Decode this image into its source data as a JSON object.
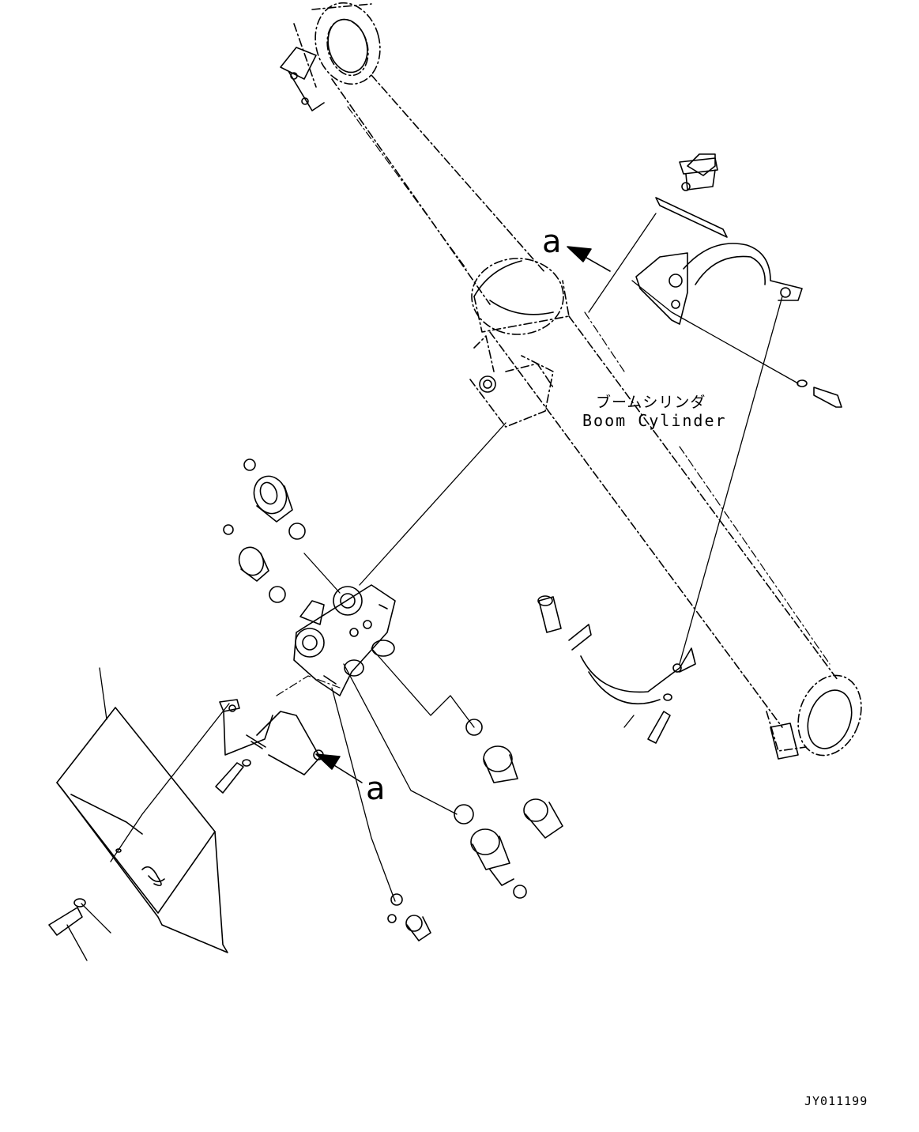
{
  "labels": {
    "component_jp": "ブームシリンダ",
    "component_en": "Boom Cylinder",
    "view_ref_top": "a",
    "view_ref_bottom": "a",
    "drawing_code": "JY011199"
  },
  "icons": [
    "arrow-left-icon"
  ],
  "colors": {
    "line": "#000000",
    "background": "#ffffff"
  }
}
